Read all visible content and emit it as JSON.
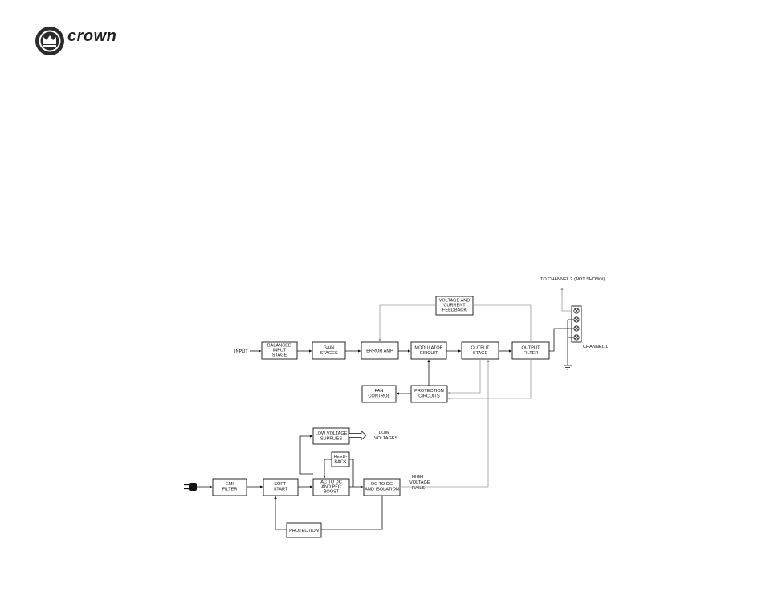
{
  "header": {
    "brand": "crown",
    "logo_icon": "crown-emblem-icon"
  },
  "diagram": {
    "audio_path": {
      "input_label": "INPUT",
      "balanced_input": [
        "BALANCED",
        "INPUT",
        "STAGE"
      ],
      "gain_stages": [
        "GAIN",
        "STAGES"
      ],
      "error_amp": [
        "ERROR AMP"
      ],
      "modulator": [
        "MODULATOR",
        "CIRCUIT"
      ],
      "output_stage": [
        "OUTPUT",
        "STAGE"
      ],
      "output_filter": [
        "OUTPUT",
        "FILTER"
      ],
      "feedback": [
        "VOLTAGE AND",
        "CURRENT",
        "FEEDBACK"
      ],
      "protection": [
        "PROTECTION",
        "CIRCUITS"
      ],
      "fan_control": [
        "FAN",
        "CONTROL"
      ],
      "to_channel_2": "TO CHANNEL 2 (NOT SHOWN).",
      "channel_1": "CHANNEL 1"
    },
    "power_path": {
      "emi_filter": [
        "EMI",
        "FILTER"
      ],
      "soft_start": [
        "SOFT-",
        "START"
      ],
      "ac_dc": [
        "AC TO DC",
        "AND PFC",
        "BOOST"
      ],
      "dc_dc": [
        "DC TO DC",
        "AND ISOLATION"
      ],
      "low_voltage_supplies": [
        "LOW VOLTAGE",
        "SUPPLIES"
      ],
      "low_voltages": [
        "LOW",
        "VOLTAGES"
      ],
      "feedback": [
        "FEED-",
        "BACK"
      ],
      "high_voltage_rails": [
        "HIGH",
        "VOLTAGE",
        "RAILS"
      ],
      "protection": [
        "PROTECTION"
      ]
    }
  }
}
